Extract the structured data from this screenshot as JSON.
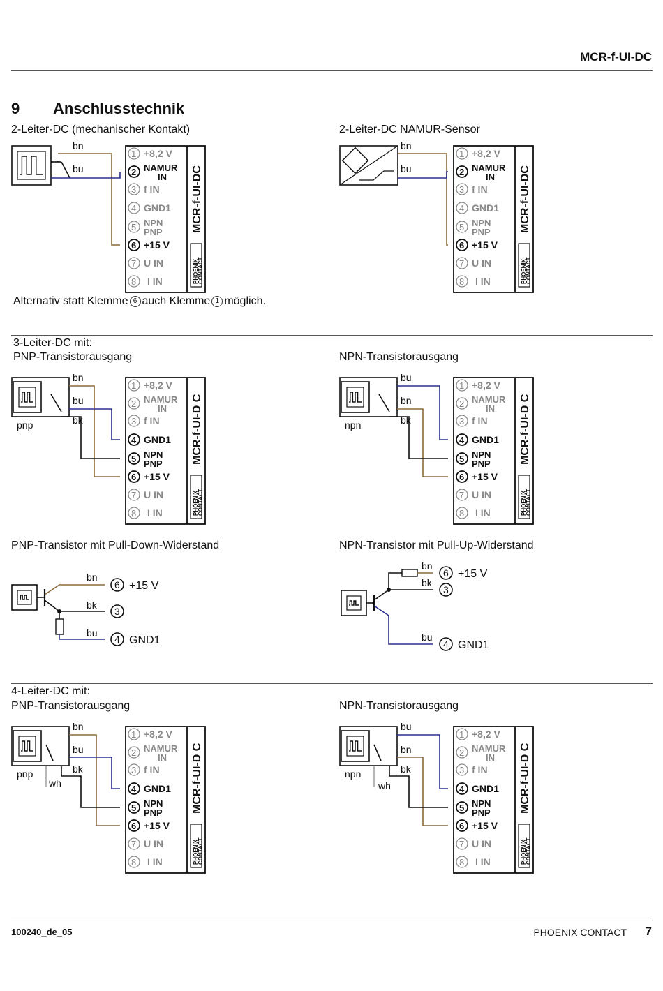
{
  "header": {
    "product": "MCR-f-UI-DC"
  },
  "section": {
    "number": "9",
    "title": "Anschlusstechnik"
  },
  "captions": {
    "c1": "2-Leiter-DC (mechanischer Kontakt)",
    "c2": "2-Leiter-DC NAMUR-Sensor",
    "note_a": "Alternativ statt Klemme",
    "note_t1": "6",
    "note_b": "auch Klemme",
    "note_t2": "1",
    "note_c": "möglich.",
    "c3a": "3-Leiter-DC mit:",
    "c3b": "PNP-Transistorausgang",
    "c4": "NPN-Transistorausgang",
    "c5": "PNP-Transistor mit Pull-Down-Widerstand",
    "c6": "NPN-Transistor mit Pull-Up-Widerstand",
    "c7a": "4-Leiter-DC mit:",
    "c7b": "PNP-Transistorausgang",
    "c8": "NPN-Transistorausgang"
  },
  "terminals": [
    {
      "num": "1",
      "l1": "+8,2 V",
      "l2": ""
    },
    {
      "num": "2",
      "l1": "NAMUR",
      "l2": "IN"
    },
    {
      "num": "3",
      "l1": "f IN",
      "l2": ""
    },
    {
      "num": "4",
      "l1": "GND1",
      "l2": ""
    },
    {
      "num": "5",
      "l1": "NPN",
      "l2": "PNP"
    },
    {
      "num": "6",
      "l1": "+15 V",
      "l2": ""
    },
    {
      "num": "7",
      "l1": "U IN",
      "l2": ""
    },
    {
      "num": "8",
      "l1": "I IN",
      "l2": ""
    }
  ],
  "module": {
    "vlabel": "MCR-f-UI-DC",
    "vlabel_alt": "MCR-f-UI-D C",
    "brand": "PHOENIX CONTACT"
  },
  "wires": {
    "bn": "bn",
    "bu": "bu",
    "bk": "bk",
    "wh": "wh",
    "pnp": "pnp",
    "npn": "npn"
  },
  "pull": {
    "t6": "6",
    "v15": "+15 V",
    "t3": "3",
    "t4": "4",
    "gnd": "GND1"
  },
  "footer": {
    "doc_id": "100240_de_05",
    "brand": "PHOENIX CONTACT",
    "page": "7"
  },
  "colors": {
    "brown": "#8B6A3A",
    "blue": "#2B2E8E",
    "black": "#111111",
    "gray": "#888888"
  }
}
